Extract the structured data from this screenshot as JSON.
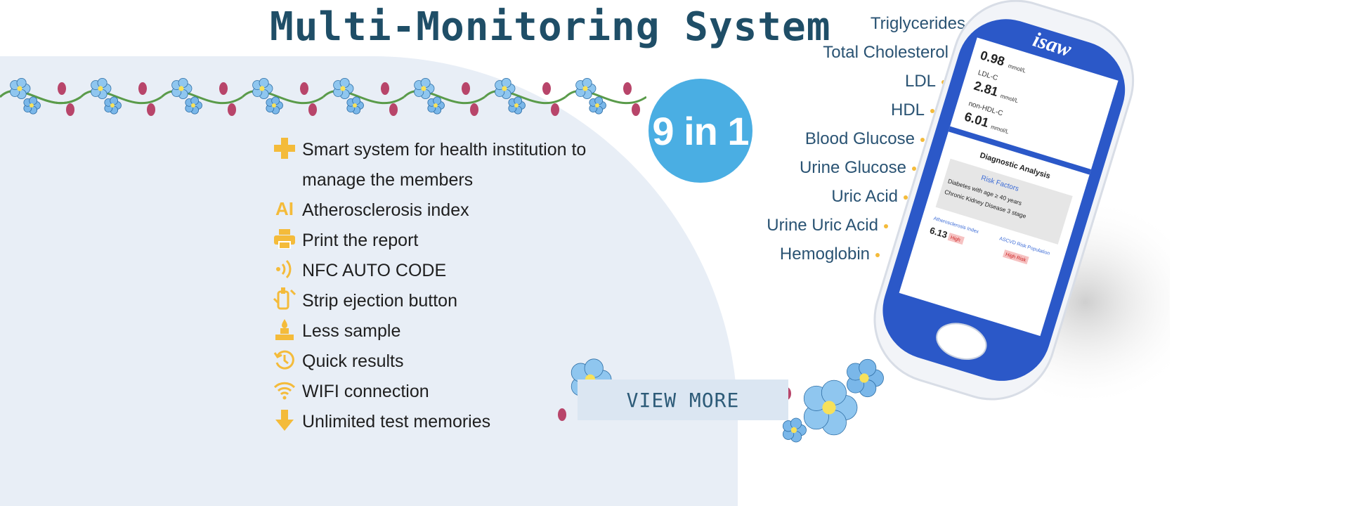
{
  "title": "Multi-Monitoring System",
  "badge": "9 in 1",
  "features": [
    {
      "icon": "plus-cross-icon",
      "label": "Smart system for health institution to manage the members"
    },
    {
      "icon": "ai-icon",
      "icon_text": "AI",
      "label": "Atherosclerosis index"
    },
    {
      "icon": "printer-icon",
      "label": "Print the report"
    },
    {
      "icon": "nfc-icon",
      "label": "NFC AUTO CODE"
    },
    {
      "icon": "strip-eject-icon",
      "label": "Strip ejection button"
    },
    {
      "icon": "sample-drop-icon",
      "label": "Less sample"
    },
    {
      "icon": "clock-icon",
      "label": "Quick results"
    },
    {
      "icon": "wifi-icon",
      "label": "WIFI connection"
    },
    {
      "icon": "download-arrow-icon",
      "label": "Unlimited test memories"
    }
  ],
  "parameters": [
    "Triglycerides",
    "Total Cholesterol",
    "LDL",
    "HDL",
    "Blood Glucose",
    "Urine Glucose",
    "Uric Acid",
    "Urine Uric Acid",
    "Hemoglobin"
  ],
  "device": {
    "brand": "isaw",
    "readings": [
      {
        "label": "",
        "value": "0.98",
        "unit": "mmol/L"
      },
      {
        "label": "LDL-C",
        "value": "2.81",
        "unit": "mmol/L"
      },
      {
        "label": "non-HDL-C",
        "value": "6.01",
        "unit": "mmol/L"
      }
    ],
    "analysis_title": "Diagnostic Analysis",
    "risk_title": "Risk Factors",
    "risks": [
      "Diabetes with age ≥ 40 years",
      "Chronic Kidney Disease 3 stage"
    ],
    "ath_label": "Atherosclerosis Index",
    "ath_value": "6.13",
    "ath_tag": "High",
    "ascvd_label": "ASCVD Risk Population",
    "ascvd_tag": "High Risk"
  },
  "cta": "VIEW MORE",
  "colors": {
    "accent_yellow": "#f4bb3a",
    "badge_blue": "#4aaee3",
    "title_navy": "#1f4e67",
    "device_blue": "#2b58c8"
  }
}
